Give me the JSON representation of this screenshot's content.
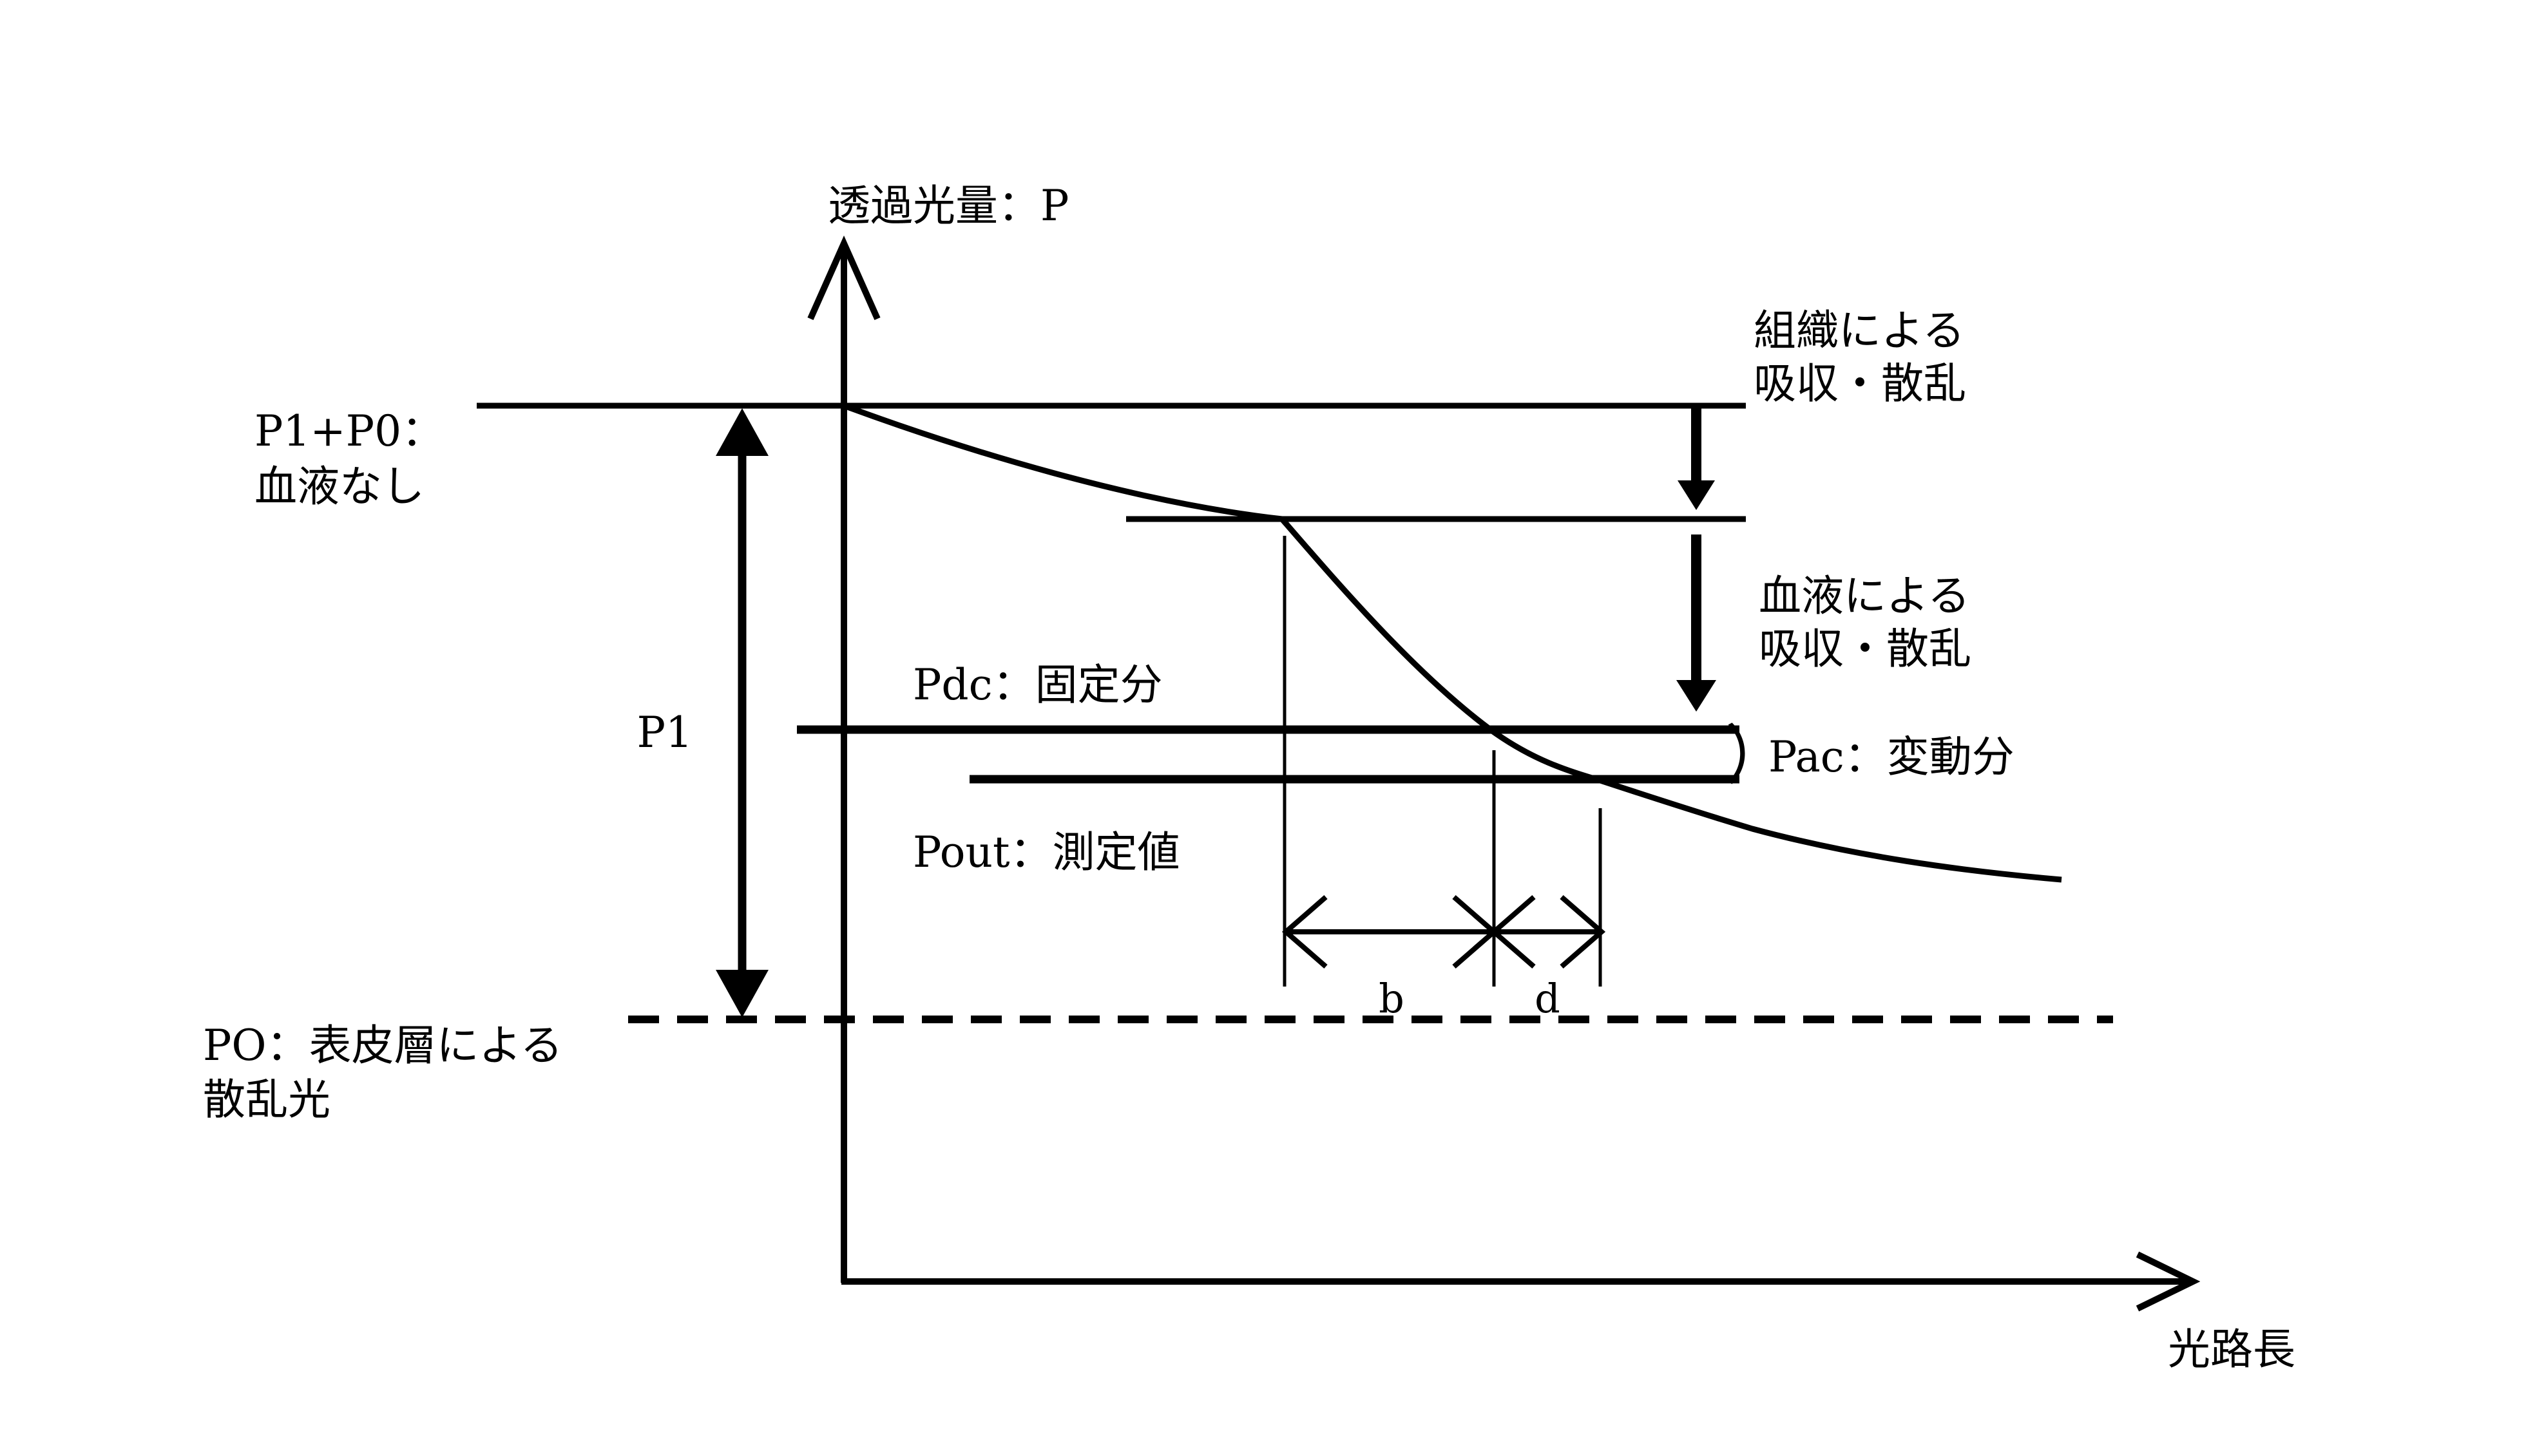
{
  "diagram": {
    "title_hint": "light transmission vs optical path length diagram",
    "ink_color": "#000000",
    "background_color": "#ffffff",
    "y_axis_label": "透過光量：P",
    "x_axis_label": "光路長",
    "p1p0_label_line1": "P1+P0：",
    "p1p0_label_line2": "血液なし",
    "p1_label": "P1",
    "p0_label_line1": "PO：表皮層による",
    "p0_label_line2": "散乱光",
    "pdc_label": "Pdc：固定分",
    "pout_label": "Pout：測定値",
    "tissue_label_line1": "組織による",
    "tissue_label_line2": "吸収・散乱",
    "blood_label_line1": "血液による",
    "blood_label_line2": "吸収・散乱",
    "pac_paren": "）",
    "pac_label": "Pac：変動分",
    "b_label": "b",
    "d_label": "d"
  }
}
